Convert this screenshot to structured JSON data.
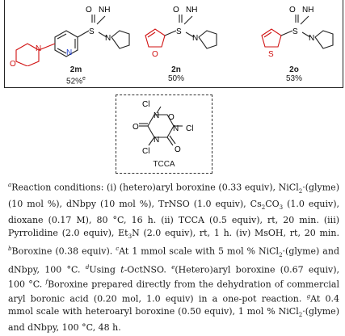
{
  "compounds": [
    {
      "id": "2m",
      "yield": "52%",
      "yield_note": "e"
    },
    {
      "id": "2n",
      "yield": "50%",
      "yield_note": ""
    },
    {
      "id": "2o",
      "yield": "53%",
      "yield_note": ""
    }
  ],
  "atoms": {
    "O": "O",
    "NH": "NH",
    "S": "S",
    "N": "N",
    "Cl": "Cl"
  },
  "tcca_label": "TCCA",
  "footnotes": {
    "a_mark": "a",
    "a_text_1": "Reaction conditions: (i) (hetero)aryl boroxine (0.33 equiv), NiCl",
    "a_text_2": "(glyme) (10 mol %), dNbpy (10 mol %), TrNSO (1.0 equiv), Cs",
    "a_text_3": "CO",
    "a_text_4": " (1.0 equiv), dioxane (0.17 M), 80 °C, 16 h. (ii) TCCA (0.5 equiv), rt, 20 min. (iii) Pyrrolidine (2.0 equiv), Et",
    "a_text_5": "N (2.0 equiv), rt, 1 h. (iv) MsOH, rt, 20 min. ",
    "b_mark": "b",
    "b_text": "Boroxine (0.38 equiv). ",
    "c_mark": "c",
    "c_text": "At 1 mmol scale with 5 mol % NiCl",
    "c_text_2": "(glyme) and dNbpy, 100 °C. ",
    "d_mark": "d",
    "d_text_1": "Using ",
    "d_text_italic": "t",
    "d_text_2": "-OctNSO. ",
    "e_mark": "e",
    "e_text": "(Hetero)aryl boroxine (0.67 equiv), 100 °C. ",
    "f_mark": "f",
    "f_text": "Boroxine prepared directly from the dehydration of commercial aryl boronic acid (0.20 mol, 1.0 equiv) in a one-pot reaction. ",
    "g_mark": "g",
    "g_text": "At 0.4 mmol scale with heteroaryl boroxine (0.50 equiv), 1 mol % NiCl",
    "g_text_2": "(glyme) and dNbpy, 100 °C, 48 h."
  }
}
